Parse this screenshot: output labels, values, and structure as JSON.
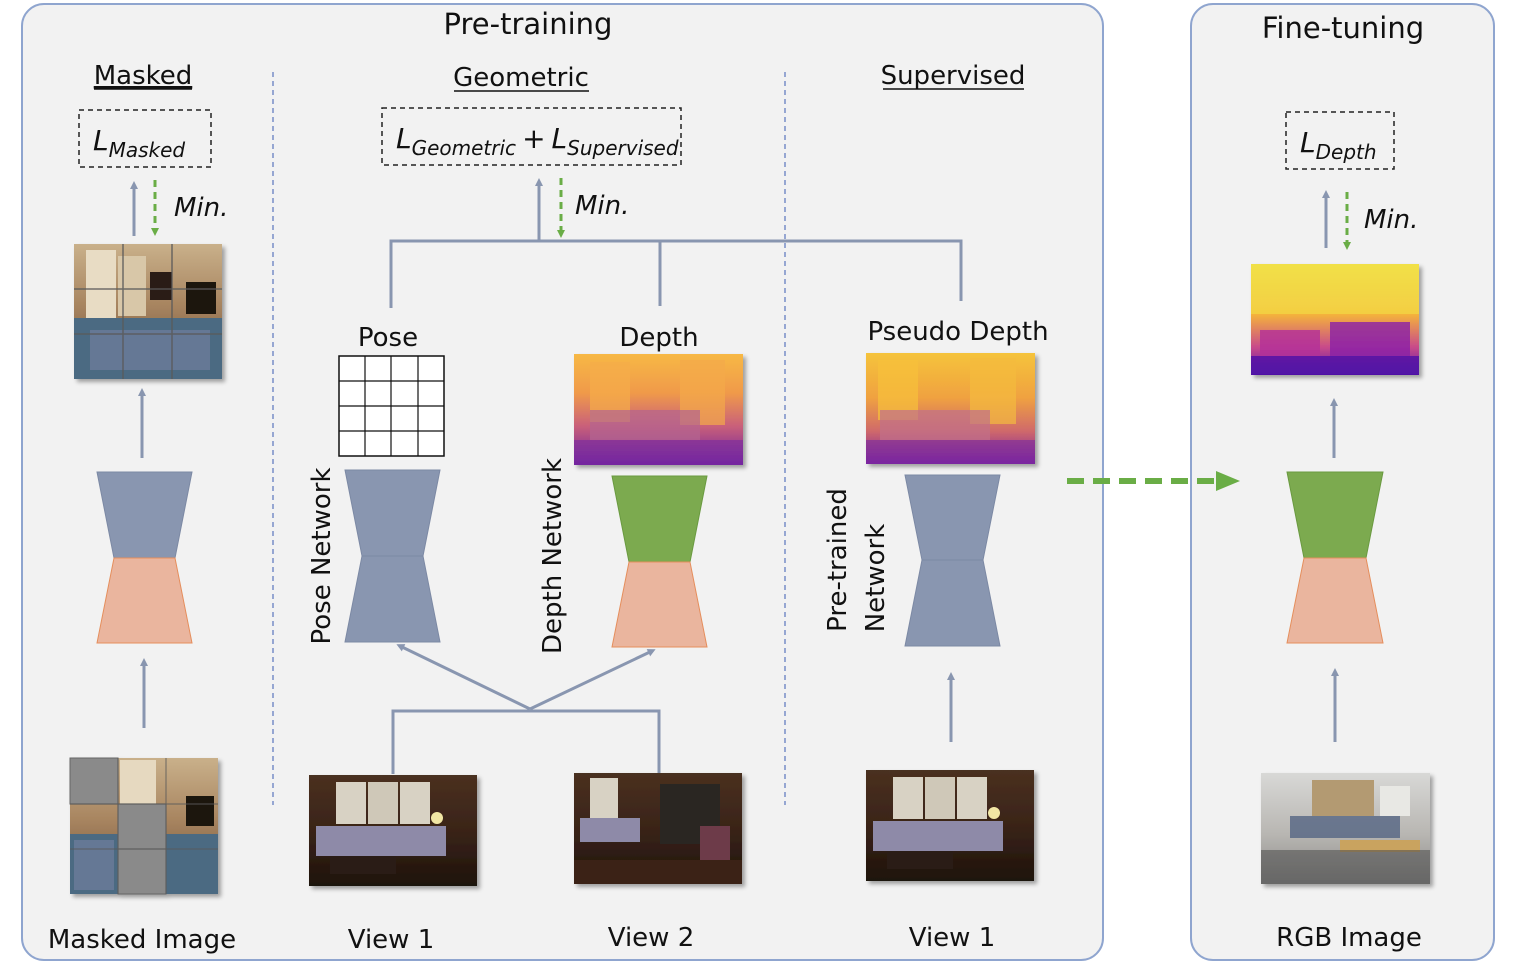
{
  "panels": {
    "pretraining_title": "Pre-training",
    "finetuning_title": "Fine-tuning"
  },
  "sections": {
    "masked": "Masked",
    "geometric": "Geometric",
    "supervised": "Supervised"
  },
  "losses": {
    "masked": {
      "main": "L",
      "sub": "Masked"
    },
    "geometric_a": {
      "main": "L",
      "sub": "Geometric"
    },
    "plus": "+",
    "geometric_b": {
      "main": "L",
      "sub": "Supervised"
    },
    "depth": {
      "main": "L",
      "sub": "Depth"
    }
  },
  "min_label": "Min.",
  "labels": {
    "pose": "Pose",
    "depth": "Depth",
    "pseudo_depth": "Pseudo Depth",
    "pose_network": "Pose Network",
    "depth_network": "Depth Network",
    "pretrained_line1": "Pre-trained",
    "pretrained_line2": "Network",
    "masked_image": "Masked Image",
    "view1": "View 1",
    "view2": "View 2",
    "view1_supervised": "View 1",
    "rgb_image": "RGB Image"
  },
  "colors": {
    "panel_bg": "#f2f2f2",
    "panel_border": "#8fa5cf",
    "encoder_gray": "#8996b0",
    "encoder_orange": "#eab59e",
    "decoder_green": "#7caa4f",
    "arrow_gray": "#8996b0",
    "min_arrow_green": "#6aad46"
  }
}
